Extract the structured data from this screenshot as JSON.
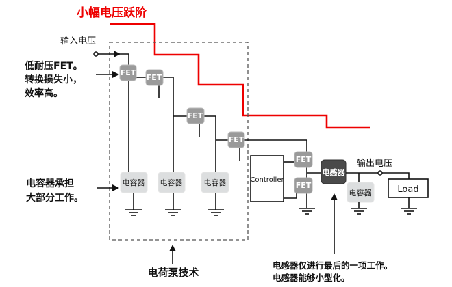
{
  "title": "小幅电压跃阶",
  "colors": {
    "step_line": "#ee0000",
    "fet_fill": "#9a9a9a",
    "capacitor_fill": "#dcdedf",
    "inductor_fill": "#4a4a4a",
    "wire": "#111111",
    "dashed_box": "#555555"
  },
  "input_label": "输入电压",
  "output_label": "输出电压",
  "annotations": {
    "low_voltage_fet": [
      "低耐压FET。",
      "转换损失小，",
      "效率高。"
    ],
    "capacitor_work": [
      "电容器承担",
      "大部分工作。"
    ],
    "charge_pump": "电荷泵技术",
    "inductor_note": [
      "电感器仅进行最后的一项工作。",
      "电感器能够小型化。"
    ]
  },
  "components": {
    "fet_label": "FET",
    "capacitor_label": "电容器",
    "inductor_label": "电感器",
    "controller_label": "Controller",
    "load_label": "Load"
  }
}
